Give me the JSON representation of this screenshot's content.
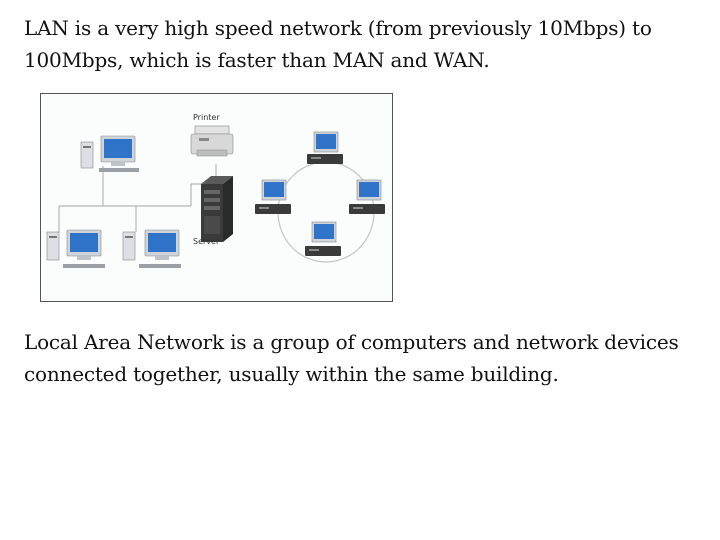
{
  "paragraphs": {
    "intro": "LAN is a very high speed network (from previously 10Mbps) to 100Mbps, which is faster than MAN and WAN.",
    "definition": "Local Area Network is a group of computers and network devices connected together, usually within the same building."
  },
  "diagram": {
    "printer_label": "Printer",
    "server_label": "Server"
  },
  "colors": {
    "screen": "#2f74c8",
    "monitor_frame": "#cfd4da",
    "cable": "#b5b5b5",
    "tower": "#3a3a3a"
  }
}
